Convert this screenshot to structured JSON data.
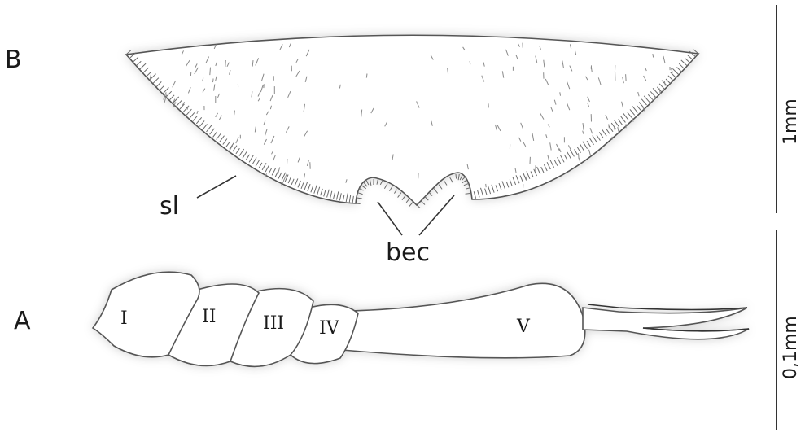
{
  "panels": {
    "B": {
      "letter": "B",
      "labels": {
        "sl": "sl",
        "bec": "bec"
      },
      "scale_label": "1mm"
    },
    "A": {
      "letter": "A",
      "segments": [
        "I",
        "II",
        "III",
        "IV",
        "V"
      ],
      "scale_label": "0,1mm"
    }
  }
}
